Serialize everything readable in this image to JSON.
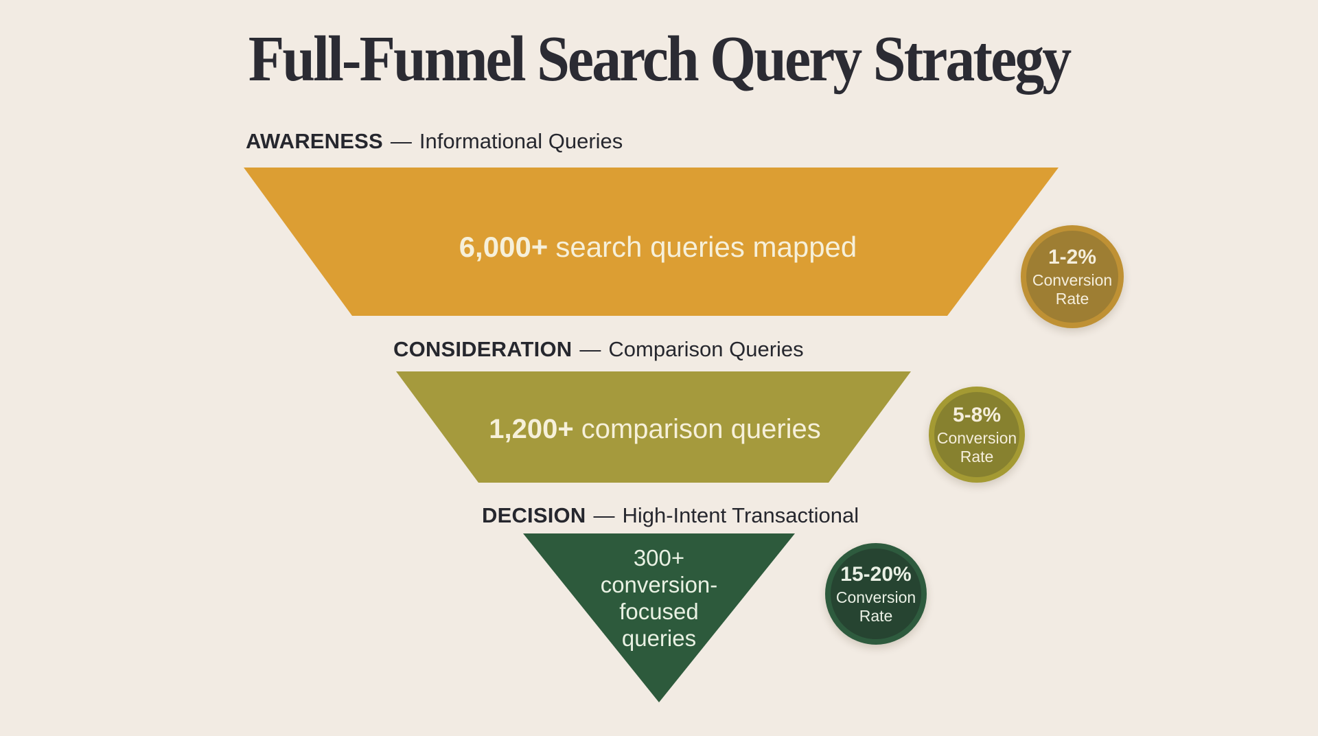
{
  "title": "Full-Funnel Search Query Strategy",
  "colors": {
    "background": "#F2EBE3",
    "title_text": "#2B2B33",
    "label_text": "#26272E",
    "shape_value_text": "#F6F0DA",
    "triangle_value_text": "#E9F1E3"
  },
  "stages": [
    {
      "name": "AWARENESS",
      "dash": "—",
      "descriptor": "Informational Queries",
      "value_emphasis": "6,000+",
      "value_rest": "search queries mapped",
      "shape_color": "#DC9E33",
      "badge": {
        "rate": "1-2%",
        "caption_line1": "Conversion",
        "caption_line2": "Rate",
        "inner_color": "#9E7E33",
        "ring_color": "#BF9134"
      }
    },
    {
      "name": "CONSIDERATION",
      "dash": "—",
      "descriptor": "Comparison Queries",
      "value_emphasis": "1,200+",
      "value_rest": "comparison queries",
      "shape_color": "#A59A3D",
      "badge": {
        "rate": "5-8%",
        "caption_line1": "Conversion",
        "caption_line2": "Rate",
        "inner_color": "#87812F",
        "ring_color": "#A49A33"
      }
    },
    {
      "name": "DECISION",
      "dash": "—",
      "descriptor": "High-Intent Transactional",
      "value_lines": [
        "300+",
        "conversion-",
        "focused",
        "queries"
      ],
      "shape_color": "#2D5A3C",
      "badge": {
        "rate": "15-20%",
        "caption_line1": "Conversion",
        "caption_line2": "Rate",
        "inner_color": "#264431",
        "ring_color": "#2E5B3E"
      }
    }
  ],
  "chart_data": {
    "type": "funnel",
    "title": "Full-Funnel Search Query Strategy",
    "categories": [
      "AWARENESS",
      "CONSIDERATION",
      "DECISION"
    ],
    "series": [
      {
        "name": "Query volume",
        "values": [
          "6,000+",
          "1,200+",
          "300+"
        ]
      },
      {
        "name": "Conversion rate",
        "values": [
          "1-2%",
          "5-8%",
          "15-20%"
        ]
      }
    ],
    "stage_descriptions": [
      "Informational Queries",
      "Comparison Queries",
      "High-Intent Transactional"
    ]
  }
}
